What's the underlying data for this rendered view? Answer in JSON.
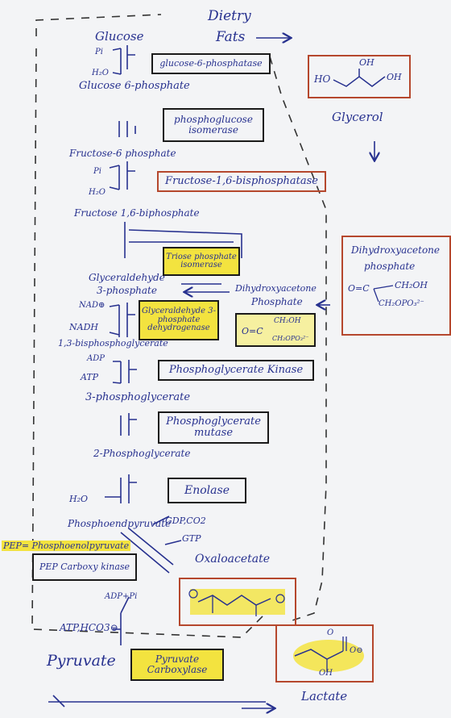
{
  "title": {
    "line1": "Dietry",
    "line2": "Fats"
  },
  "labels": {
    "glucose": "Glucose",
    "pi1": "Pi",
    "h2o1": "H₂O",
    "glucose6p": "Glucose 6-phosphate",
    "fructose6p": "Fructose-6 phosphate",
    "pi2": "Pi",
    "h2o2": "H₂O",
    "fructose16bp": "Fructose 1,6-biphosphate",
    "g3p_1": "Glyceraldehyde",
    "g3p_2": "3-phosphate",
    "dhap_1": "Dihydroxyacetone",
    "dhap_2": "Phosphate",
    "nad": "NAD⊕",
    "nadh": "NADH",
    "bpg": "1,3-bisphosphoglycerate",
    "adp1": "ADP",
    "atp1": "ATP",
    "pg3": "3-phosphoglycerate",
    "pg2": "2-Phosphoglycerate",
    "h2o3": "H₂O",
    "pep": "Phosphoendpyruvate",
    "gdp": "GDP,CO2",
    "gtp": "GTP",
    "pep_def": "PEP= Phosphoenolpyruvate",
    "oxaloacetate": "Oxaloacetate",
    "adppi": "ADP+Pi",
    "atphco3": "ATP,HCO3⊖",
    "pyruvate": "Pyruvate",
    "glycerol": "Glycerol",
    "lactate": "Lactate"
  },
  "enzymes": {
    "g6pase": "glucose-6-phosphatase",
    "pgi": "phosphoglucose isomerase",
    "fbpase": "Fructose-1,6-bisphosphatase",
    "tpi": "Triose phosphate isomerase",
    "gapdh": "Glyceraldehyde 3-phosphate dehydrogenase",
    "pgk": "Phosphoglycerate Kinase",
    "pgm": "Phosphoglycerate mutase",
    "enolase": "Enolase",
    "pepck": "PEP Carboxy kinase",
    "pc": "Pyruvate Carboxylase"
  },
  "chem": {
    "glycerol_h": "HO",
    "glycerol_oh1": "OH",
    "glycerol_oh2": "OH",
    "dhap_title_1": "Dihydroxyacetone",
    "dhap_title_2": "phosphate",
    "dhap_o": "O=C",
    "dhap_ch2oh": "CH₂OH",
    "dhap_ch2opo3": "CH₂OPO₃²⁻",
    "dhap2_o": "O=C",
    "dhap2_ch2oh": "CH₂OH",
    "dhap2_ch2opo3": "CH₂OPO₃²⁻",
    "lactate_oh": "OH",
    "lactate_o": "O",
    "lactate_om": "O⊖"
  },
  "colors": {
    "ink": "#27318f",
    "highlight": "#f3e33f",
    "red_border": "#b5472d",
    "dark": "#1a1a1a"
  }
}
